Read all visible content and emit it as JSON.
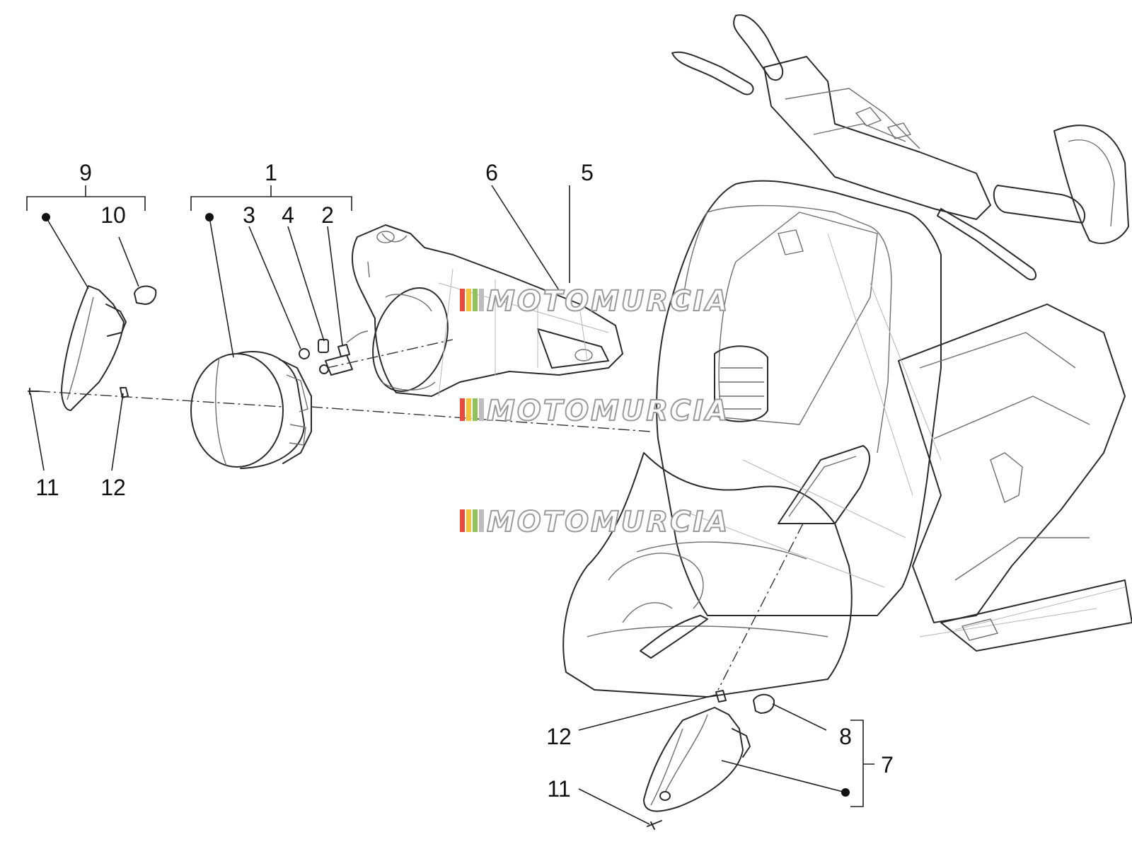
{
  "callouts": {
    "c9": "9",
    "c10": "10",
    "c1": "1",
    "c3": "3",
    "c4": "4",
    "c2": "2",
    "c6": "6",
    "c5": "5",
    "c11_left": "11",
    "c12_left": "12",
    "c12_right": "12",
    "c8": "8",
    "c7": "7",
    "c11_right": "11"
  },
  "watermarks": [
    "MOTOMURCIA",
    "MOTOMURCIA",
    "MOTOMURCIA"
  ],
  "watermark_stripe_colors": [
    "#e84b3c",
    "#f3c33b",
    "#8fc25a",
    "#bdbdbd"
  ]
}
